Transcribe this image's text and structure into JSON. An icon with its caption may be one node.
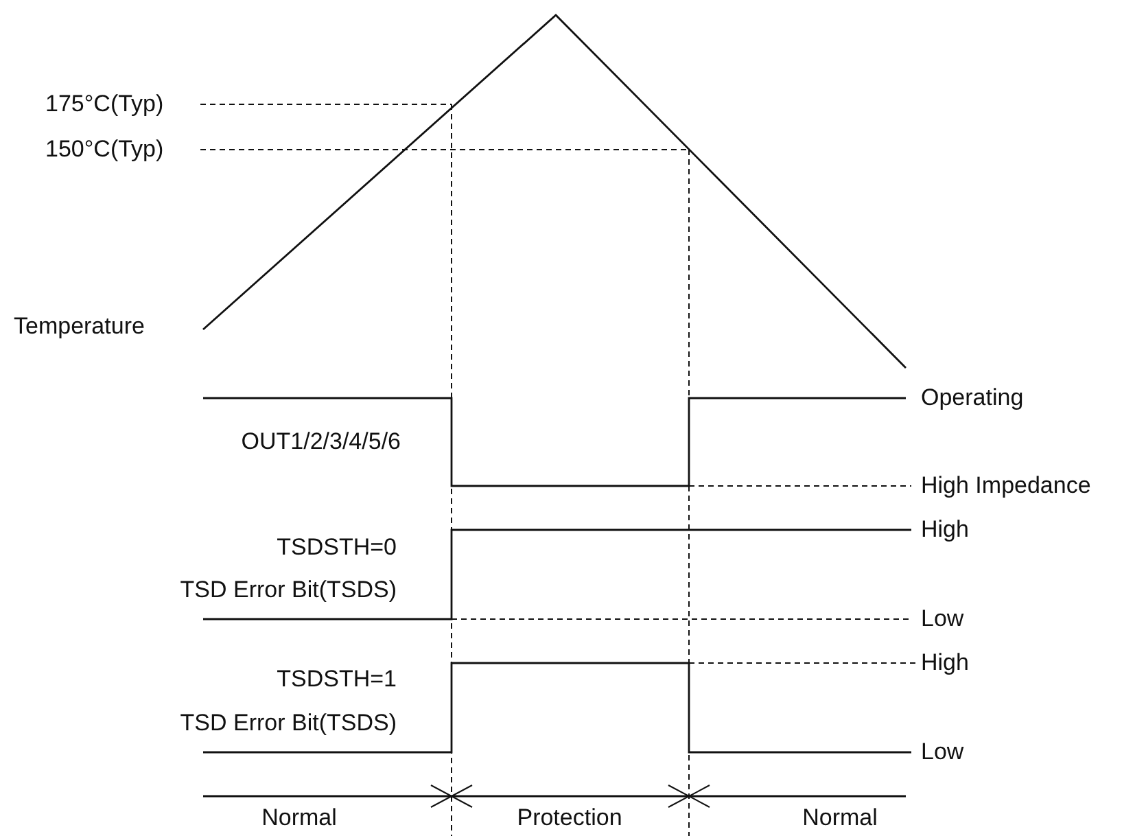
{
  "diagram": {
    "labels": [
      "175°C(Typ)",
      "150°C(Typ)",
      "Temperature",
      "Operating",
      "OUT1/2/3/4/5/6",
      "High Impedance",
      "High",
      "TSDSTH=0",
      "TSD Error Bit(TSDS)",
      "Low",
      "High",
      "TSDSTH=1",
      "TSD Error Bit(TSDS)",
      "Low",
      "Normal",
      "Protection",
      "Normal"
    ]
  }
}
